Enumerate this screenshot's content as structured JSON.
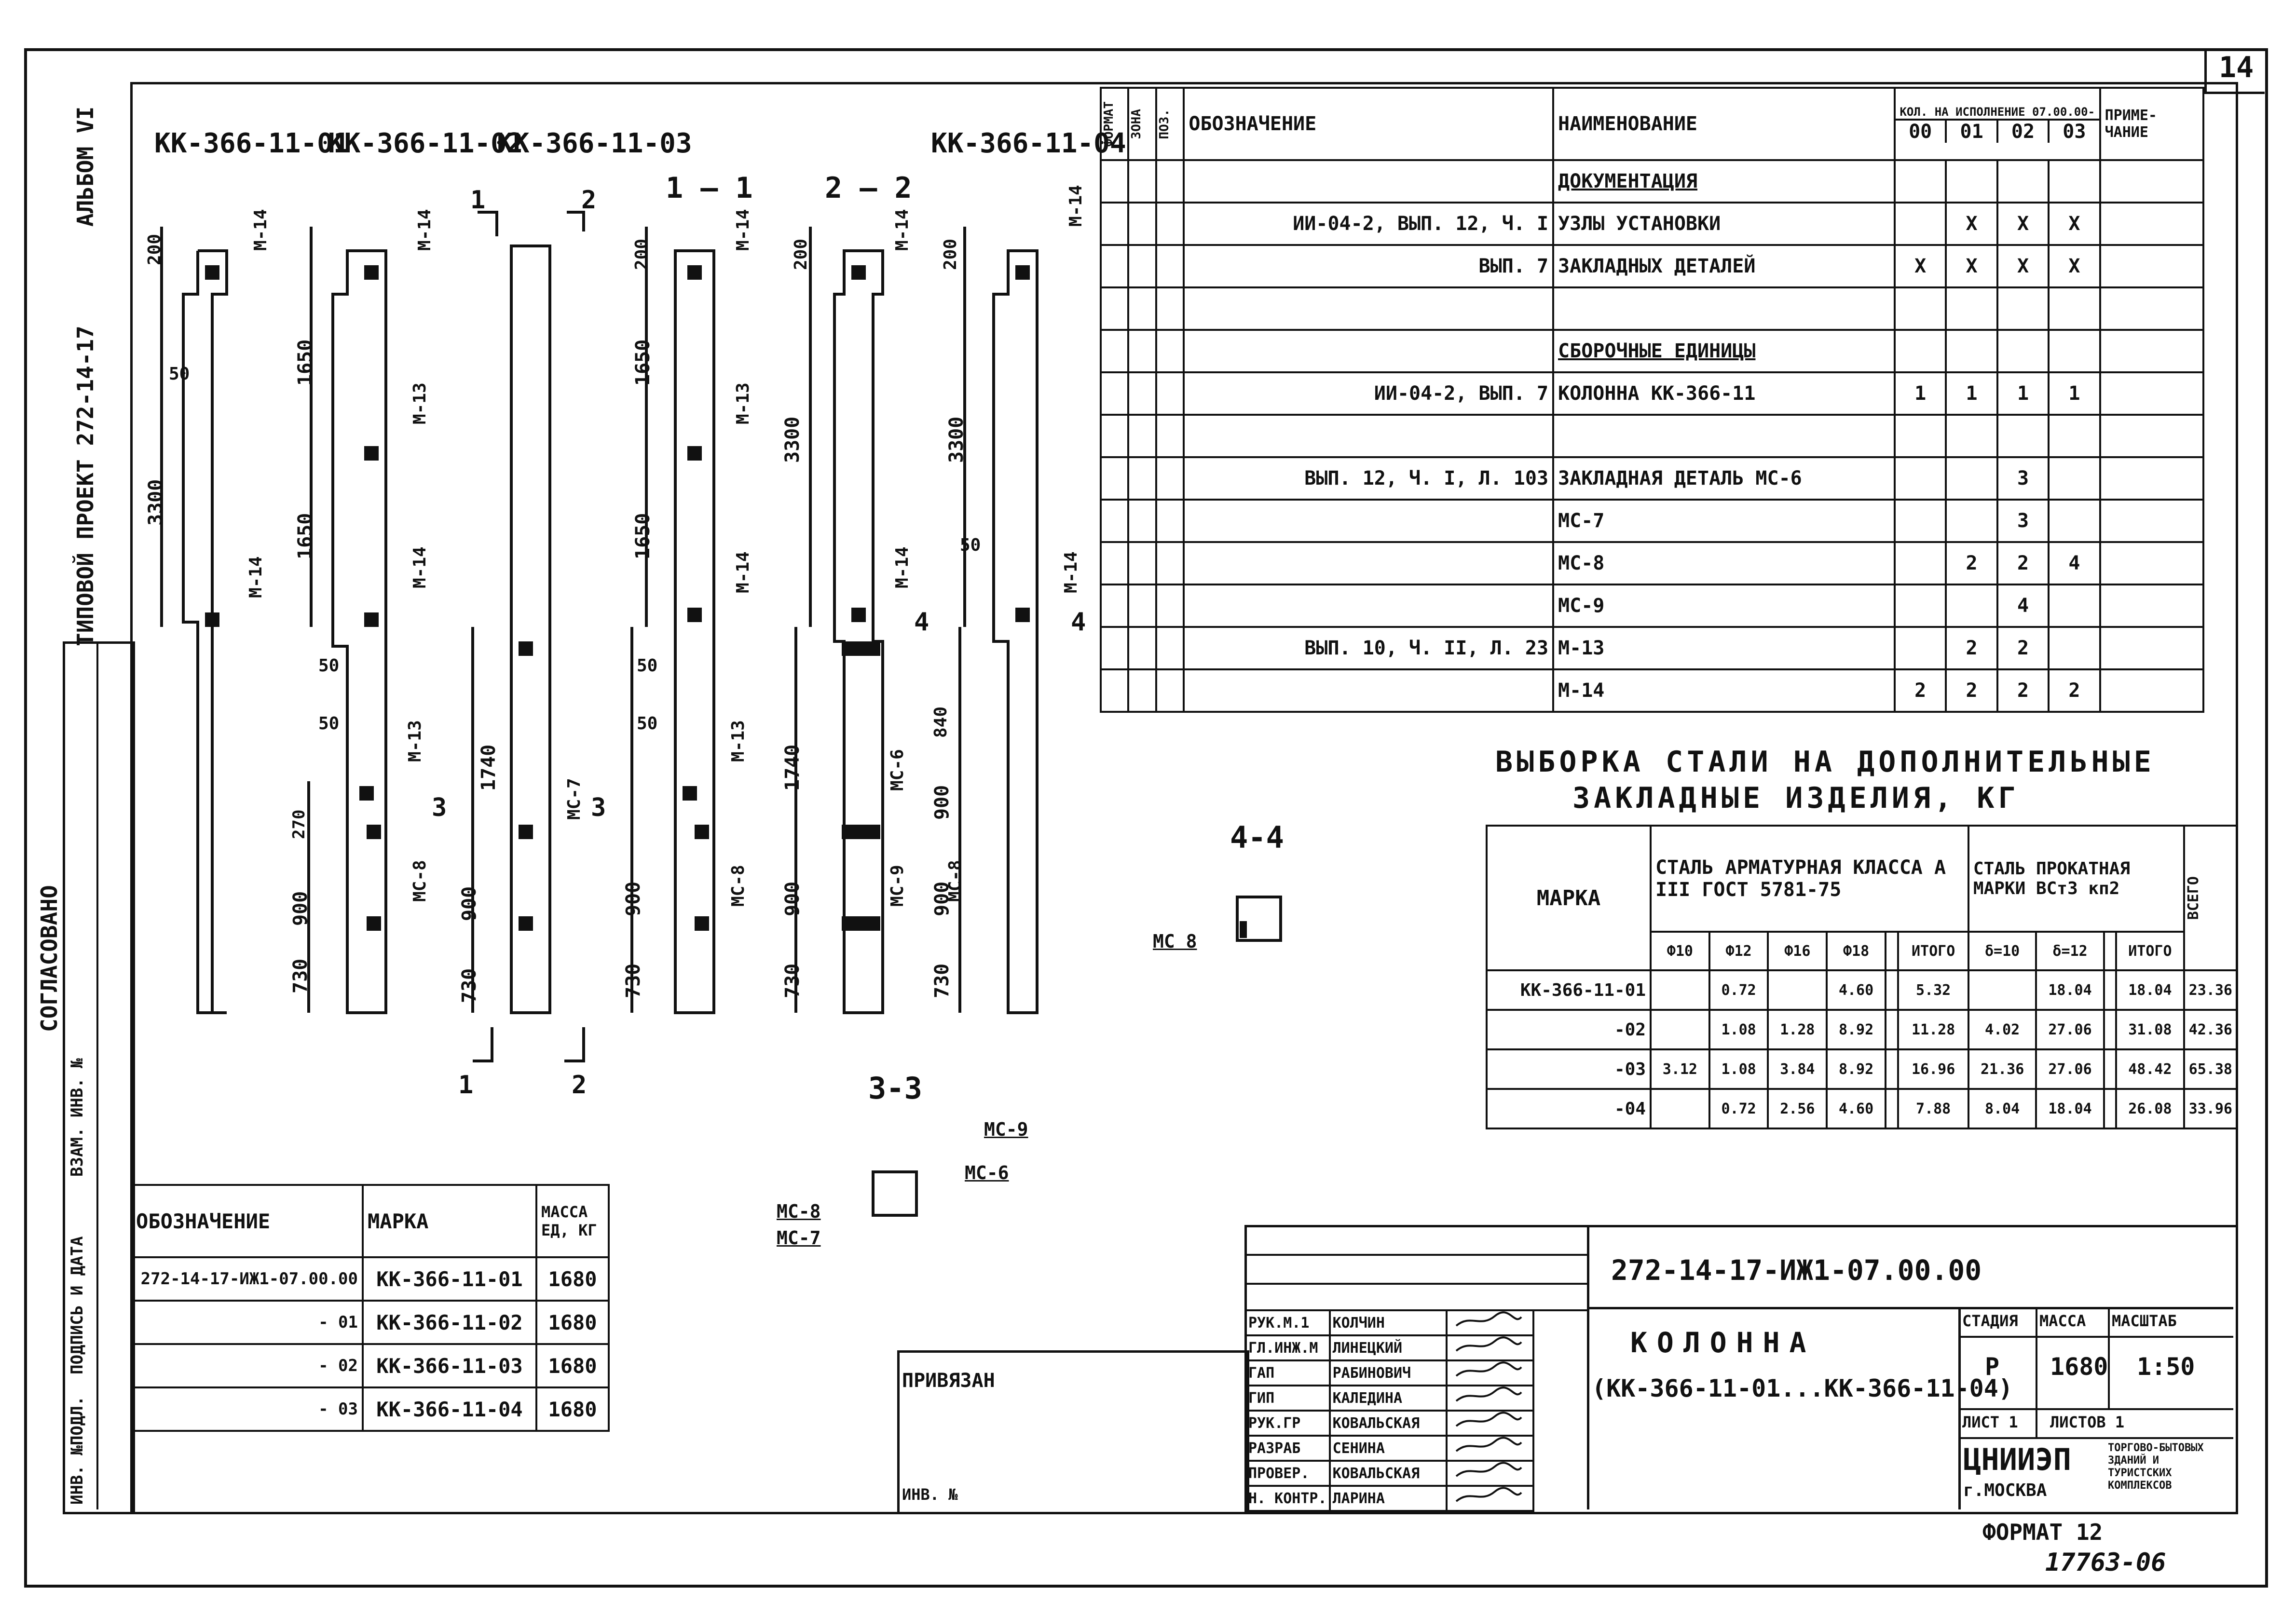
{
  "sheet": {
    "sheet_number": "14",
    "album": "АЛЬБОМ VI",
    "project": "ТИПОВОЙ ПРОЕКТ 272-14-17",
    "agreed": "СОГЛАСОВАНО",
    "side_labels": [
      "ИНВ. №ПОДЛ.",
      "ПОДПИСЬ И ДАТА",
      "ВЗАМ. ИНВ. №"
    ],
    "format": "ФОРМАТ 12",
    "stamp_number": "17763-06"
  },
  "drawing": {
    "column_titles": [
      "КК-366-11-01",
      "КК-366-11-02",
      "КК-366-11-03",
      "КК-366-11-04"
    ],
    "sections": [
      "1 — 1",
      "2 — 2",
      "3-3",
      "4-4"
    ],
    "dims": [
      "200",
      "50",
      "3300",
      "1650",
      "1650",
      "50",
      "50",
      "270",
      "900",
      "730",
      "1740",
      "900",
      "730",
      "200",
      "1650",
      "1650",
      "50",
      "50",
      "900",
      "730",
      "200",
      "3300",
      "1740",
      "900",
      "730",
      "200",
      "3300",
      "50",
      "840",
      "900",
      "900",
      "730"
    ],
    "parts": [
      "М-14",
      "М-14",
      "М-14",
      "М-13",
      "М-14",
      "М-13",
      "МС-8",
      "МС-7",
      "М-14",
      "М-13",
      "М-14",
      "М-13",
      "МС-8",
      "М-14",
      "М-14",
      "МС-6",
      "МС-9",
      "МС-8",
      "М-14",
      "М-14"
    ],
    "cut_marks": [
      "1",
      "2",
      "1",
      "2",
      "3",
      "3",
      "4",
      "4"
    ],
    "section_parts": [
      "МС 8",
      "МС-9",
      "МС-6",
      "МС-8",
      "МС-7"
    ]
  },
  "spec": {
    "headers": {
      "format": "ФОРМАТ",
      "zone": "ЗОНА",
      "pos": "ПОЗ.",
      "designation": "ОБОЗНАЧЕНИЕ",
      "name": "НАИМЕНОВАНИЕ",
      "qty": "КОЛ. НА ИСПОЛНЕНИЕ 07.00.00-",
      "qty_cols": [
        "00",
        "01",
        "02",
        "03"
      ],
      "note": "ПРИМЕ-ЧАНИЕ"
    },
    "rows": [
      {
        "designation": "",
        "name": "ДОКУМЕНТАЦИЯ",
        "q": [
          "",
          "",
          "",
          ""
        ],
        "underline": true
      },
      {
        "designation": "ИИ-04-2, ВЫП. 12, Ч. I",
        "name": "УЗЛЫ УСТАНОВКИ",
        "q": [
          "",
          "X",
          "X",
          "X"
        ]
      },
      {
        "designation": "ВЫП. 7",
        "name": "ЗАКЛАДНЫХ ДЕТАЛЕЙ",
        "q": [
          "X",
          "X",
          "X",
          "X"
        ]
      },
      {
        "designation": "",
        "name": "",
        "q": [
          "",
          "",
          "",
          ""
        ]
      },
      {
        "designation": "",
        "name": "СБОРОЧНЫЕ ЕДИНИЦЫ",
        "q": [
          "",
          "",
          "",
          ""
        ],
        "underline": true
      },
      {
        "designation": "ИИ-04-2, ВЫП. 7",
        "name": "КОЛОННА КК-366-11",
        "q": [
          "1",
          "1",
          "1",
          "1"
        ]
      },
      {
        "designation": "",
        "name": "",
        "q": [
          "",
          "",
          "",
          ""
        ]
      },
      {
        "designation": "ВЫП. 12, Ч. I, Л. 103",
        "name": "ЗАКЛАДНАЯ ДЕТАЛЬ МС-6",
        "q": [
          "",
          "",
          "3",
          ""
        ]
      },
      {
        "designation": "",
        "name": "МС-7",
        "q": [
          "",
          "",
          "3",
          ""
        ]
      },
      {
        "designation": "",
        "name": "МС-8",
        "q": [
          "",
          "2",
          "2",
          "4"
        ]
      },
      {
        "designation": "",
        "name": "МС-9",
        "q": [
          "",
          "",
          "4",
          ""
        ]
      },
      {
        "designation": "ВЫП. 10, Ч. II, Л. 23",
        "name": "М-13",
        "q": [
          "",
          "2",
          "2",
          ""
        ]
      },
      {
        "designation": "",
        "name": "М-14",
        "q": [
          "2",
          "2",
          "2",
          "2"
        ]
      }
    ]
  },
  "steel": {
    "title1": "ВЫБОРКА СТАЛИ НА ДОПОЛНИТЕЛЬНЫЕ",
    "title2": "ЗАКЛАДНЫЕ ИЗДЕЛИЯ, КГ",
    "mark": "МАРКА",
    "group1": "СТАЛЬ АРМАТУРНАЯ КЛАССА А III ГОСТ 5781-75",
    "group2": "СТАЛЬ ПРОКАТНАЯ МАРКИ ВСт3 кп2",
    "total": "ВСЕГО",
    "cols": [
      "Ф10",
      "Ф12",
      "Ф16",
      "Ф18",
      "",
      "ИТОГО",
      "δ=10",
      "δ=12",
      "",
      "ИТОГО"
    ],
    "rows": [
      [
        "КК-366-11-01",
        "",
        "0.72",
        "",
        "4.60",
        "",
        "5.32",
        "",
        "18.04",
        "",
        "18.04",
        "23.36"
      ],
      [
        "-02",
        "",
        "1.08",
        "1.28",
        "8.92",
        "",
        "11.28",
        "4.02",
        "27.06",
        "",
        "31.08",
        "42.36"
      ],
      [
        "-03",
        "3.12",
        "1.08",
        "3.84",
        "8.92",
        "",
        "16.96",
        "21.36",
        "27.06",
        "",
        "48.42",
        "65.38"
      ],
      [
        "-04",
        "",
        "0.72",
        "2.56",
        "4.60",
        "",
        "7.88",
        "8.04",
        "18.04",
        "",
        "26.08",
        "33.96"
      ]
    ]
  },
  "marks": {
    "headers": [
      "ОБОЗНАЧЕНИЕ",
      "МАРКА",
      "МАССА ЕД, КГ"
    ],
    "rows": [
      [
        "272-14-17-ИЖ1-07.00.00",
        "КК-366-11-01",
        "1680"
      ],
      [
        "- 01",
        "КК-366-11-02",
        "1680"
      ],
      [
        "- 02",
        "КК-366-11-03",
        "1680"
      ],
      [
        "- 03",
        "КК-366-11-04",
        "1680"
      ]
    ]
  },
  "titleblock": {
    "code": "272-14-17-ИЖ1-07.00.00",
    "name1": "КОЛОННА",
    "name2": "(КК-366-11-01...КК-366-11-04)",
    "stage_label": "СТАДИЯ",
    "mass_label": "МАССА",
    "scale_label": "МАСШТАБ",
    "stage": "Р",
    "mass": "1680",
    "scale": "1:50",
    "sheet_label": "ЛИСТ 1",
    "sheets_label": "ЛИСТОВ 1",
    "org": "ЦНИИЭП",
    "org_city": "г.МОСКВА",
    "org_desc": "ТОРГОВО-БЫТОВЫХ ЗДАНИЙ И ТУРИСТСКИХ КОМПЛЕКСОВ",
    "bound": "ПРИВЯЗАН",
    "inv": "ИНВ. №",
    "people": [
      [
        "РУК.М.1",
        "КОЛЧИН"
      ],
      [
        "ГЛ.ИНЖ.М",
        "ЛИНЕЦКИЙ"
      ],
      [
        "ГАП",
        "РАБИНОВИЧ"
      ],
      [
        "ГИП",
        "КАЛЕДИНА"
      ],
      [
        "РУК.ГР",
        "КОВАЛЬСКАЯ"
      ],
      [
        "РАЗРАБ",
        "СЕНИНА"
      ],
      [
        "ПРОВЕР.",
        "КОВАЛЬСКАЯ"
      ],
      [
        "Н. КОНТР.",
        "ЛАРИНА"
      ]
    ]
  }
}
